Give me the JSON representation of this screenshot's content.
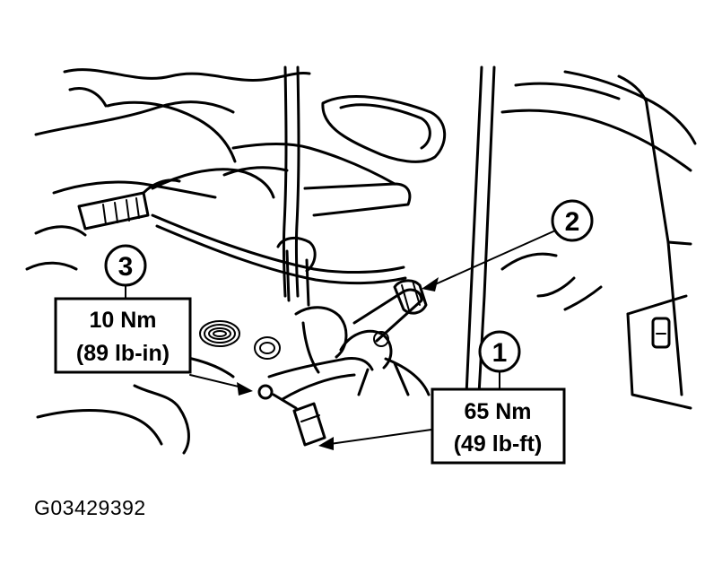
{
  "callouts": [
    {
      "number": "1"
    },
    {
      "number": "2"
    },
    {
      "number": "3"
    }
  ],
  "torque_specs": [
    {
      "item": "3",
      "metric": "10 Nm",
      "imperial": "(89 lb-in)"
    },
    {
      "item": "1",
      "metric": "65 Nm",
      "imperial": "(49 lb-ft)"
    }
  ],
  "figure_code": "G03429392"
}
